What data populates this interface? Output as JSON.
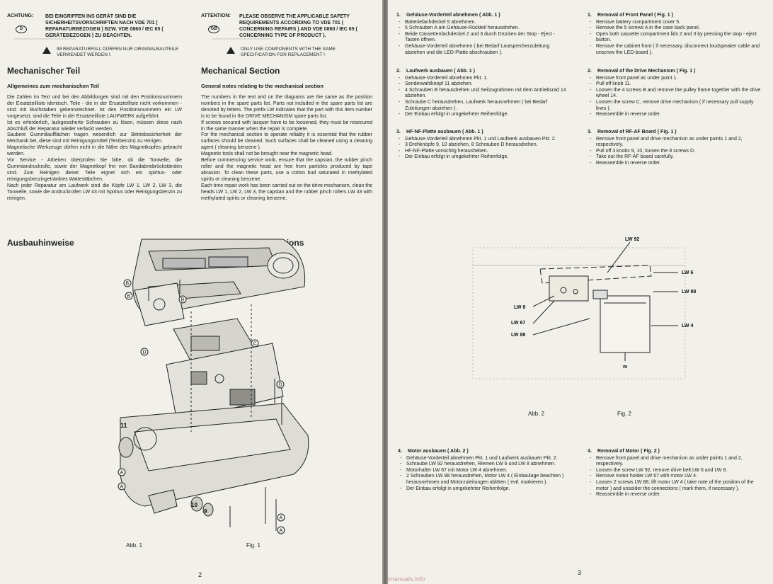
{
  "left": {
    "warn_de": {
      "label": "ACHTUNG:",
      "text": "BEI EINGRIFFEN INS GERÄT SIND DIE SICHERHEITSVORSCHRIFTEN NACH VDE 701 ( REPARATURBEZOGEN ) BZW. VDE 0860 / IEC 65 ( GERÄTEBEZOGEN ) ZU BEACHTEN.",
      "badge": "D",
      "note": "IM REPARATURFALL DÜRFEN NUR ORIGINALBAUTEILE VERWENDET WERDEN !."
    },
    "warn_en": {
      "label": "ATTENTION:",
      "text": "PLEASE OBSERVE THE APPLICABLE SAFETY REQUIREMENTS ACCORDING TO VDE 701 ( CONCERNING REPAIRS ) AND VDE 0860 / IEC 65 ( CONCERNING TYPE OF PRODUCT ).",
      "badge": "GB",
      "note": "ONLY USE COMPONENTS WITH THE SAME SPECIFICATION FOR REPLACEMENT !"
    },
    "heading_de": "Mechanischer Teil",
    "heading_en": "Mechanical Section",
    "sub_de": "Allgemeines zum mechanischen Teil",
    "sub_en": "General notes relating to the mechanical section",
    "text_de": "Die Zahlen im Text und bei den Abbildungen sind mit den Positionsnummern der Ersatzteilliste identisch. Teile - die in der Ersatzteilliste nicht vorkommen - sind mit Buchstaben gekennzeichnet. Ist den Positionsnummern ein LW vorgesetzt, sind die Teile in der Ersatzteilliste LAUFWERK aufgeführt.\nIst es erforderlich, lackgesicherte Schrauben zu lösen, müssen diese nach Abschluß der Reparatur wieder verlackt werden.\nSaubere Gummilaufflächen tragen wesentlich zur Betriebssicherheit der Mechanik bei, diese sind mit Reinigungsmittel (Testbenzin) zu reinigen.\nMagnetische Werkzeuge dürfen nicht in die Nähe des Magnetkopfes gebracht werden.\nVor Service - Arbeiten überprüfen Sie bitte, ob die Tonwelle, die Gummiandruckrolle, sowie der Magnetkopf frei von Bandabriebrückständen sind. Zum Reinigen dieser Teile eignet sich ein spiritus- oder reinigungsbenzingetränktes Wattestäbchen.\nNach jeder Reparatur am Laufwerk sind die Köpfe LW 1, LW 2, LW 3, die Tonwelle, sowie die Andruckrollen LW 43 mit Spiritus oder Reinigungsbenzin zu reinigen.",
    "text_en": "The numbers in the text and on the diagrams are the same as the position numbers in the spare parts list. Parts not included in the spare parts list are denoted by letters. The prefix LW indicates that the part with this item number is to be found in the DRIVE MECHANISM spare parts list.\nIf screws secured with lacquer have to be loosened, they must be resecured in the same manner when the repair is complete.\nFor the mechanical section to operate reliably it is essential that the rubber surfaces should be cleaned. Such surfaces shall be cleaned using a cleaning agent ( cleaning benzene ).\nMagnetic tools shall not be brought near the magnetic head.\nBefore commencing service work, ensure that the capstan, the rubber pinch roller and the magnetic head are free from particles produced by tape abrasion. To clean these parts, use a cotton bud saturated in methylated spirits or cleaning benzene.\nEach time repair work has been carried out on the drive mechanism, clean the heads LW 1, LW 2, LW 3, the capstan and the rubber pinch rollers LW 43 with methylated spirits or cleaning benzene.",
    "disassembly_de": "Ausbauhinweise",
    "disassembly_en": "Disassembly Instructions",
    "fig_caption_de": "Abb. 1",
    "fig_caption_en": "Fig. 1",
    "page_number": "2",
    "fig1_labels": [
      "B",
      "B",
      "B",
      "C",
      "D",
      "D",
      "11",
      "A",
      "A",
      "A",
      "A",
      "10",
      "9"
    ]
  },
  "right": {
    "steps_de": [
      {
        "num": "1.",
        "title": "Gehäuse-Vorderteil abnehmen ( Abb. 1 )",
        "items": [
          "Batteriefachdeckel 5 abnehmen.",
          "5 Schrauben A am Gehäuse-Rückteil herausdrehen.",
          "Beide Cassettenfachdeckel 2 und 3 durch Drücken der Stop - Eject - Tasten öffnen.",
          "Gehäuse-Vorderteil abnehmen ( bei Bedarf Lautsprecherzuleitung abziehen und die LED-Platte abschrauben )."
        ]
      },
      {
        "num": "2.",
        "title": "Laufwerk ausbauen ( Abb. 1 )",
        "items": [
          "Gehäuse-Vorderteil abnehmen Pkt. 1.",
          "Senderwahlknopf 11 abziehen.",
          "4 Schrauben B herausdrehen und Seilzugrahmen mit dem Antriebsrad 14 abziehen.",
          "Schraube C herausdrehen, Laufwerk herausnehmen ( bei Bedarf Zuleitungen abziehen ).",
          "Der Einbau erfolgt in umgekehrter Reihenfolge."
        ]
      },
      {
        "num": "3.",
        "title": "HF-NF-Platte ausbauen ( Abb. 1 )",
        "items": [
          "Gehäuse-Vorderteil abnehmen Pkt. 1 und Laufwerk ausbauen Pkt. 2.",
          "3 Drehknöpfe 9, 10 abziehen, 8 Schrauben D herausdrehen.",
          "HF-NF-Platte vorsichtig herausheben.",
          "Der Einbau erfolgt in umgekehrter Reihenfolge."
        ]
      }
    ],
    "steps_en": [
      {
        "num": "1.",
        "title": "Removal of Front Panel ( Fig. 1 )",
        "items": [
          "Remove battery compartment cover 5.",
          "Remove the 5 screws A in the case back panel.",
          "Open both cassette compartment lids 2 and 3 by pressing the stop - eject button.",
          "Remove the cabinet front ( if necessary, disconnect loudspeaker cable and unscrew the LED-board )."
        ]
      },
      {
        "num": "2.",
        "title": "Removal of the Drive Mechanism ( Fig. 1 )",
        "items": [
          "Remove front panel as under point 1.",
          "Pull off knob 11.",
          "Loosen the 4 screws B and remove the pulley frame together with the drive wheel 14.",
          "Loosen the screw C, remove drive mechanism ( if necessary pull supply lines ).",
          "Reassemble in reverse order."
        ]
      },
      {
        "num": "3.",
        "title": "Removal of RF-AF Board ( Fig. 1 )",
        "items": [
          "Remove front panel and drive mechanism as under points 1 and 2, respectively.",
          "Pull off 3 knobs 9, 10, loosen the 8 screws D.",
          "Take out the RF-AF board carefully.",
          "Reassemble in reverse order."
        ]
      }
    ],
    "step4_de": {
      "num": "4.",
      "title": "Motor ausbauen ( Abb. 2 )",
      "items": [
        "Gehäuse-Vorderteil abnehmen Pkt. 1 und Laufwerk ausbauen Pkt. 2.",
        "Schraube LW 92 herausdrehen, Riemen LW 6 und LW 8 abnehmen.",
        "Motorhalter LW 67 mit Motor LW 4 abnehmen.",
        "2 Schrauben LW 88 herausdrehen, Motor LW 4 ( Einbaulage beachten ) herausnehmen und Motorzuleitungen ablöten ( evtl. markieren ).",
        "Der Einbau erfolgt in umgekehrter Reihenfolge."
      ]
    },
    "step4_en": {
      "num": "4.",
      "title": "Removal of Motor ( Fig. 2 )",
      "items": [
        "Remove front panel and drive mechanism as under points 1 and 2, respectively.",
        "Loosen the screw LW 92, remove drive belt LW 6 and LW 8.",
        "Remove motor holder LW 67 with motor LW 4.",
        "Loosen 2 screws LW 88, lift motor LW 4 ( take note of the position of the motor ) and unsolder the connections ( mark them, if necessary ).",
        "Reassemble in reverse order."
      ]
    },
    "fig2_labels": {
      "lw92": "LW 92",
      "lw6": "LW 6",
      "lw88r": "LW 88",
      "lw4": "LW 4",
      "lw8": "LW 8",
      "lw67": "LW 67",
      "lw88l": "LW 88",
      "m": "m"
    },
    "fig_caption_de": "Abb. 2",
    "fig_caption_en": "Fig. 2",
    "page_number": "3",
    "footer_url": "www.freeservicemanuals.info"
  }
}
